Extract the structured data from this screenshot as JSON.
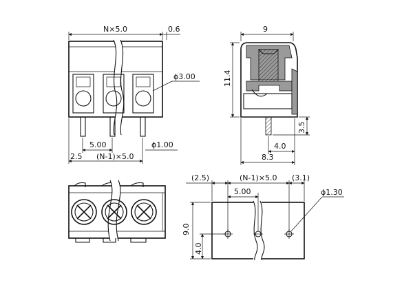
{
  "front_view": {
    "dim_width": "N×5.0",
    "dim_offset": "0.6",
    "dim_hole": "ϕ3.00",
    "dim_pitch": "5.00",
    "dim_pin": "ϕ1.00",
    "dim_left": "2.5",
    "dim_span": "(N-1)×5.0"
  },
  "side_view": {
    "dim_depth": "9",
    "dim_height": "11.4",
    "dim_pin_length": "3.5",
    "dim_pin_offset": "4.0",
    "dim_base": "8.3"
  },
  "pcb_view": {
    "dim_left": "(2.5)",
    "dim_span": "(N-1)×5.0",
    "dim_right": "(3.1)",
    "dim_pitch": "5.00",
    "dim_hole": "ϕ1.30",
    "dim_height": "9.0",
    "dim_row": "4.0"
  },
  "colors": {
    "line": "#111111",
    "shade": "#9a9a9a"
  }
}
